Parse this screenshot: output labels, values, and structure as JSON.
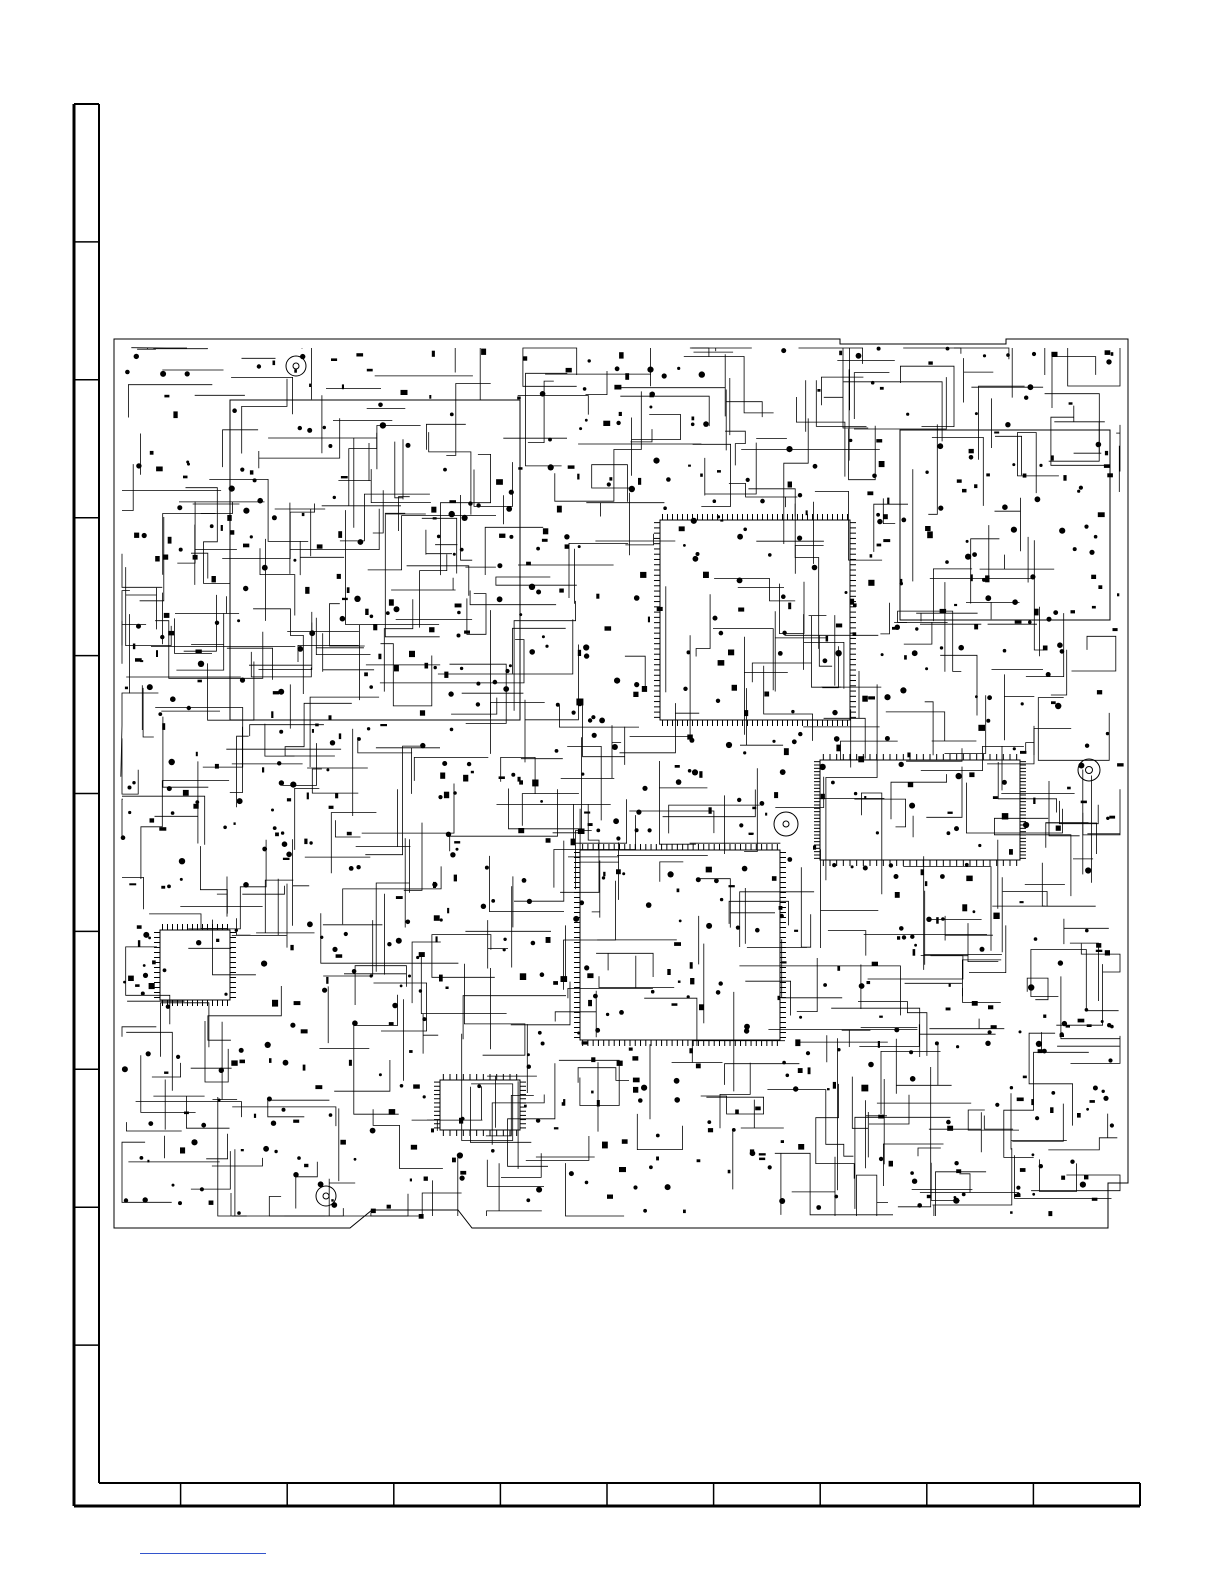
{
  "document": {
    "type": "pcb-layout-sheet",
    "line_color": "#000000",
    "background": "#ffffff",
    "left_grid_rows": 10,
    "bottom_grid_columns": 10
  },
  "pcb": {
    "description_visible": false,
    "features": [
      "copper-traces",
      "smd-pads",
      "qfp-ic-footprints",
      "mounting-holes",
      "via-holes"
    ],
    "ic_footprints": [
      "qfp-top-center",
      "qfp-center",
      "qfp-left",
      "qfp-right-middle",
      "qfp-bottom"
    ]
  },
  "footer": {
    "link_color": "#3355cc"
  }
}
